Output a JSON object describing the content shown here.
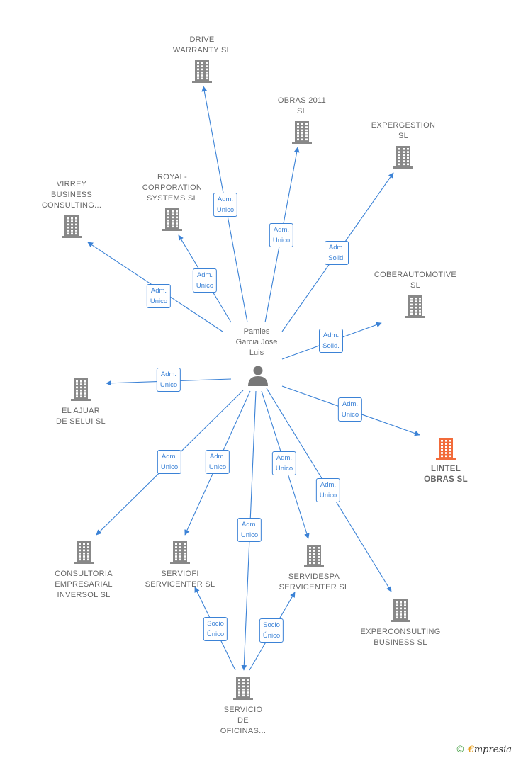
{
  "center": {
    "label": "Pamies\nGarcia Jose\nLuis",
    "icon": "person-icon"
  },
  "colors": {
    "edge": "#3b82d6",
    "building": "#888888",
    "highlight": "#f26b3a",
    "person": "#777777"
  },
  "nodes": [
    {
      "id": "drive",
      "label": "DRIVE\nWARRANTY  SL",
      "icon": "building-icon"
    },
    {
      "id": "obras2011",
      "label": "OBRAS 2011\nSL",
      "icon": "building-icon"
    },
    {
      "id": "expergestion",
      "label": "EXPERGESTION\nSL",
      "icon": "building-icon"
    },
    {
      "id": "royal",
      "label": "ROYAL-\nCORPORATION\nSYSTEMS SL",
      "icon": "building-icon"
    },
    {
      "id": "virrey",
      "label": "VIRREY\nBUSINESS\nCONSULTING...",
      "icon": "building-icon"
    },
    {
      "id": "cober",
      "label": "COBERAUTOMOTIVE\nSL",
      "icon": "building-icon"
    },
    {
      "id": "ajuar",
      "label": "EL AJUAR\nDE SELUI  SL",
      "icon": "building-icon"
    },
    {
      "id": "lintel",
      "label": "LINTEL\nOBRAS  SL",
      "icon": "building-icon",
      "highlight": true
    },
    {
      "id": "consultoria",
      "label": "CONSULTORIA\nEMPRESARIAL\nINVERSOL  SL",
      "icon": "building-icon"
    },
    {
      "id": "serviofi",
      "label": "SERVIOFI\nSERVICENTER SL",
      "icon": "building-icon"
    },
    {
      "id": "servidespa",
      "label": "SERVIDESPA\nSERVICENTER SL",
      "icon": "building-icon"
    },
    {
      "id": "experconsulting",
      "label": "EXPERCONSULTING\nBUSINESS  SL",
      "icon": "building-icon"
    },
    {
      "id": "servicio",
      "label": "SERVICIO\nDE\nOFICINAS...",
      "icon": "building-icon"
    }
  ],
  "edges": [
    {
      "from": "center",
      "to": "drive",
      "label": "Adm.\nUnico"
    },
    {
      "from": "center",
      "to": "obras2011",
      "label": "Adm.\nUnico"
    },
    {
      "from": "center",
      "to": "expergestion",
      "label": "Adm.\nSolid."
    },
    {
      "from": "center",
      "to": "royal",
      "label": "Adm.\nUnico"
    },
    {
      "from": "center",
      "to": "virrey",
      "label": "Adm.\nUnico"
    },
    {
      "from": "center",
      "to": "cober",
      "label": "Adm.\nSolid."
    },
    {
      "from": "center",
      "to": "ajuar",
      "label": "Adm.\nUnico"
    },
    {
      "from": "center",
      "to": "lintel",
      "label": "Adm.\nUnico"
    },
    {
      "from": "center",
      "to": "consultoria",
      "label": "Adm.\nUnico"
    },
    {
      "from": "center",
      "to": "serviofi",
      "label": "Adm.\nUnico"
    },
    {
      "from": "center",
      "to": "servicio",
      "label": "Adm.\nUnico"
    },
    {
      "from": "center",
      "to": "servidespa",
      "label": "Adm.\nUnico"
    },
    {
      "from": "center",
      "to": "experconsulting",
      "label": "Adm.\nUnico"
    },
    {
      "from": "servicio",
      "to": "serviofi",
      "label": "Socio\nÚnico"
    },
    {
      "from": "servicio",
      "to": "servidespa",
      "label": "Socio\nÚnico"
    }
  ],
  "brand": {
    "copyright": "©",
    "name_initial": "€",
    "name_rest": "mpresia"
  }
}
